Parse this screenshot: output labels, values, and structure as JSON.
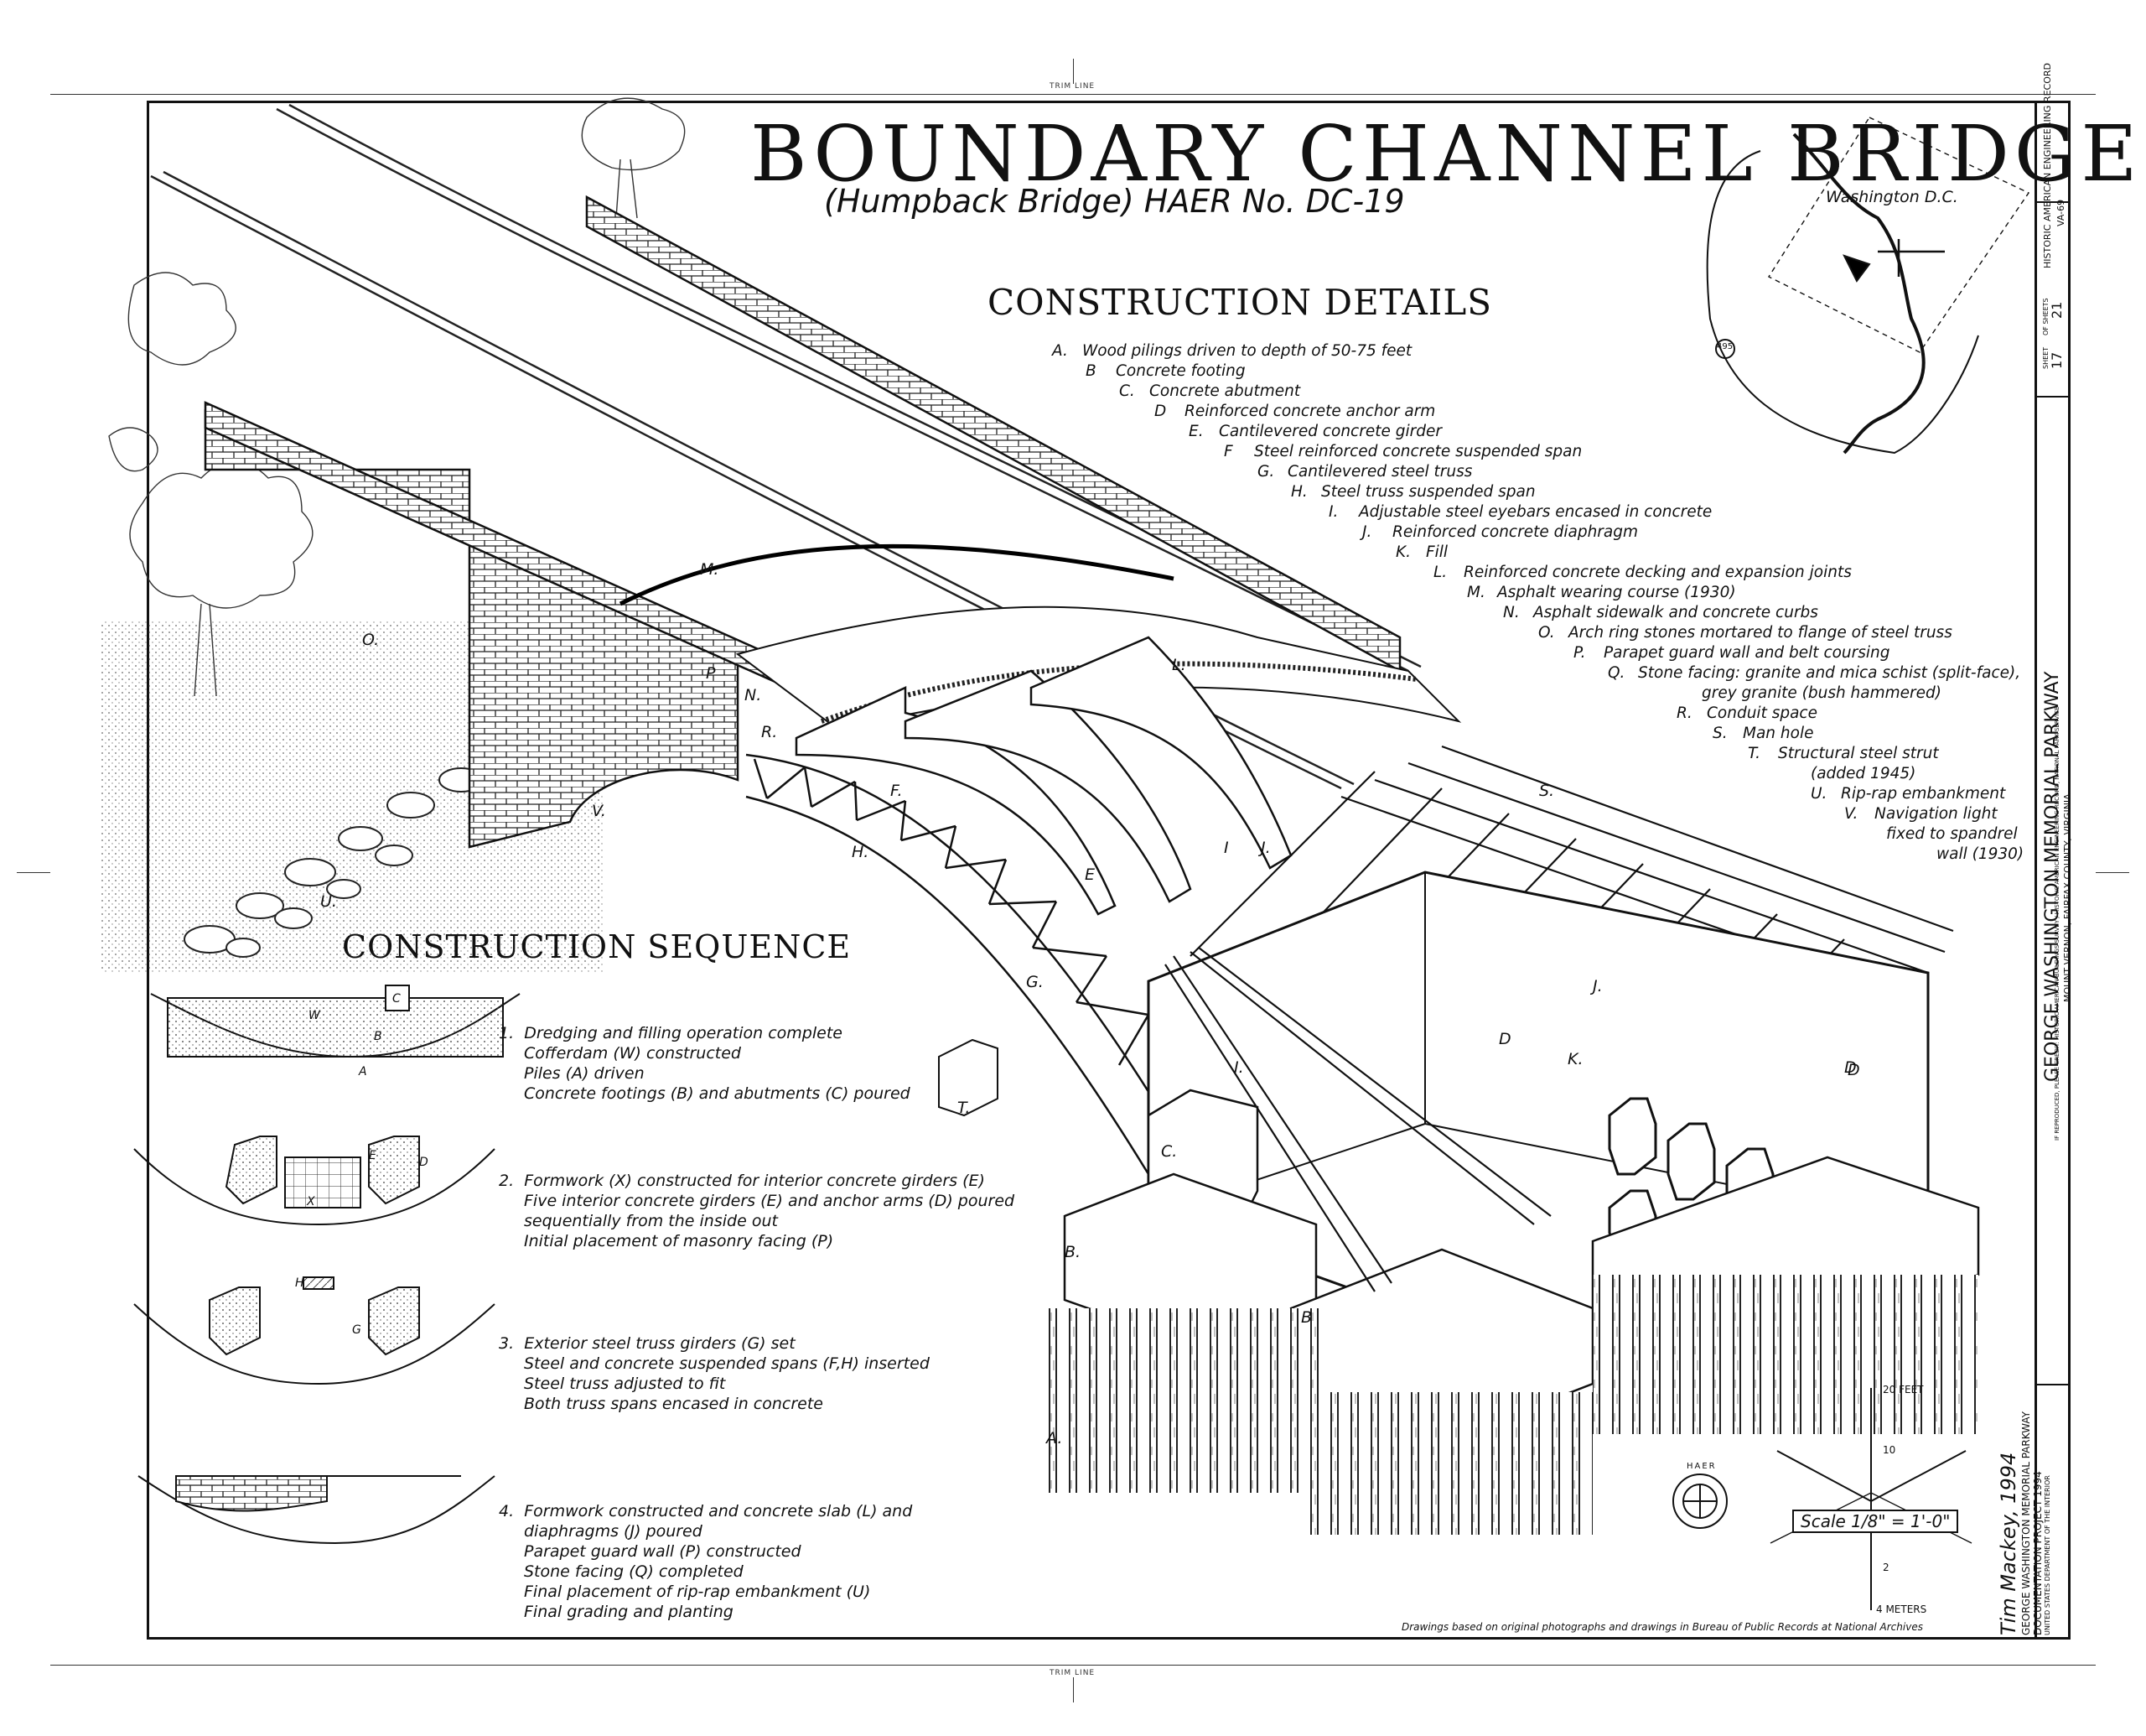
{
  "trim_label": "TRIM LINE",
  "title": "BOUNDARY CHANNEL BRIDGE",
  "subtitle": "(Humpback Bridge)  HAER No. DC-19",
  "construction_details": {
    "heading": "CONSTRUCTION DETAILS",
    "items": [
      {
        "letter": "A.",
        "text": "Wood pilings driven to depth of 50-75 feet"
      },
      {
        "letter": "B",
        "text": "Concrete footing"
      },
      {
        "letter": "C.",
        "text": "Concrete abutment"
      },
      {
        "letter": "D",
        "text": "Reinforced concrete anchor arm"
      },
      {
        "letter": "E.",
        "text": "Cantilevered concrete girder"
      },
      {
        "letter": "F",
        "text": "Steel reinforced concrete suspended span"
      },
      {
        "letter": "G.",
        "text": "Cantilevered steel truss"
      },
      {
        "letter": "H.",
        "text": "Steel truss suspended span"
      },
      {
        "letter": "I.",
        "text": "Adjustable steel eyebars encased in concrete"
      },
      {
        "letter": "J.",
        "text": "Reinforced concrete diaphragm"
      },
      {
        "letter": "K.",
        "text": "Fill"
      },
      {
        "letter": "L.",
        "text": "Reinforced concrete decking and expansion joints"
      },
      {
        "letter": "M.",
        "text": "Asphalt wearing course (1930)"
      },
      {
        "letter": "N.",
        "text": "Asphalt sidewalk and concrete curbs"
      },
      {
        "letter": "O.",
        "text": "Arch ring stones mortared to flange of steel truss"
      },
      {
        "letter": "P.",
        "text": "Parapet guard wall and belt coursing"
      },
      {
        "letter": "Q.",
        "text": "Stone facing: granite and mica schist (split-face),"
      },
      {
        "letter": "",
        "text": "grey granite (bush hammered)"
      },
      {
        "letter": "R.",
        "text": "Conduit space"
      },
      {
        "letter": "S.",
        "text": "Man hole"
      },
      {
        "letter": "T.",
        "text": "Structural steel strut"
      },
      {
        "letter": "",
        "text": "(added 1945)"
      },
      {
        "letter": "U.",
        "text": "Rip-rap embankment"
      },
      {
        "letter": "V.",
        "text": "Navigation light"
      },
      {
        "letter": "",
        "text": "fixed to spandrel"
      },
      {
        "letter": "",
        "text": "wall (1930)"
      }
    ]
  },
  "construction_sequence": {
    "heading": "CONSTRUCTION SEQUENCE",
    "steps": [
      {
        "number": "1.",
        "lines": [
          "Dredging and filling operation complete",
          "Cofferdam (W) constructed",
          "Piles (A) driven",
          "Concrete footings (B) and abutments (C) poured"
        ]
      },
      {
        "number": "2.",
        "lines": [
          "Formwork (X) constructed for interior concrete girders (E)",
          "Five interior concrete girders (E) and anchor arms (D) poured",
          "sequentially from the inside out",
          "Initial placement of masonry facing (P)"
        ]
      },
      {
        "number": "3.",
        "lines": [
          "Exterior steel truss girders (G) set",
          "Steel and concrete suspended spans (F,H) inserted",
          "Steel truss adjusted to fit",
          "Both truss spans encased in concrete"
        ]
      },
      {
        "number": "4.",
        "lines": [
          "Formwork constructed and concrete slab (L) and",
          "diaphragms (J) poured",
          "Parapet guard wall (P) constructed",
          "Stone facing (Q) completed",
          "Final placement of rip-rap embankment (U)",
          "Final grading and planting"
        ]
      }
    ]
  },
  "sequence_letters": {
    "s1": [
      "W",
      "C",
      "B",
      "A"
    ],
    "s2": [
      "E",
      "D",
      "X"
    ],
    "s3": [
      "H",
      "G"
    ]
  },
  "drawing_labels": [
    "M.",
    "O.",
    "P",
    "N.",
    "R.",
    "V.",
    "U.",
    "F.",
    "H.",
    "E",
    "I",
    "J.",
    "L.",
    "S.",
    "G.",
    "I.",
    "D",
    "D",
    "K.",
    "J.",
    "C.",
    "B.",
    "B",
    "A.",
    "T.",
    "D"
  ],
  "map": {
    "label": "Washington D.C.",
    "route": "495"
  },
  "scale": {
    "text": "Scale 1/8\" = 1'-0\"",
    "feet_label": "20 FEET",
    "feet_mid": "10",
    "meters_label": "4 METERS",
    "meters_mid": "2"
  },
  "credits": {
    "author": "Tim Mackey, 1994",
    "project_1": "GEORGE WASHINGTON MEMORIAL PARKWAY",
    "project_2": "DOCUMENTATION PROJECT 1994",
    "project_3": "UNITED STATES DEPARTMENT OF THE INTERIOR",
    "source_note": "Drawings based on original photographs and drawings in Bureau of Public Records at National Archives"
  },
  "title_block": {
    "name": "GEORGE WASHINGTON MEMORIAL PARKWAY",
    "location": "MOUNT VERNON, FAIRFAX COUNTY, VIRGINIA",
    "record": "HISTORIC AMERICAN ENGINEERING RECORD",
    "record_no": "VA-69",
    "sheet": "17",
    "of": "21",
    "sheet_label": "SHEET",
    "of_label": "OF SHEETS",
    "fine_print": "IF REPRODUCED, PLEASE CREDIT: HISTORIC AMERICAN BUILDINGS SURVEY / HISTORIC AMERICAN ENGINEERING RECORD, NATIONAL PARK SERVICE"
  },
  "seal_text": "HAER"
}
